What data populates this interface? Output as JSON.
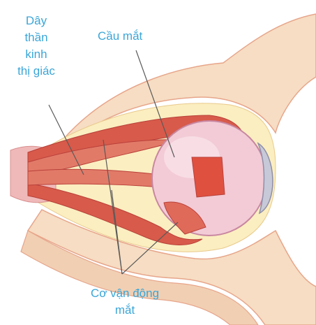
{
  "labels": {
    "optic_nerve": [
      "Dây",
      "thần",
      "kinh",
      "thị giác"
    ],
    "eyeball": "Cầu mắt",
    "eye_muscles": [
      "Cơ vận động",
      "mắt"
    ]
  },
  "colors": {
    "label_text": "#3ba6d8",
    "skin": "#f6ddc3",
    "skin_edge": "#e7a58a",
    "fat": "#fbeec0",
    "muscle": "#d85a4a",
    "muscle_dark": "#b8403a",
    "eyeball": "#f2cbd6",
    "eyeball_edge": "#c886a0",
    "pupil_patch": "#e0503f",
    "leader_line": "#5a5a5a"
  }
}
